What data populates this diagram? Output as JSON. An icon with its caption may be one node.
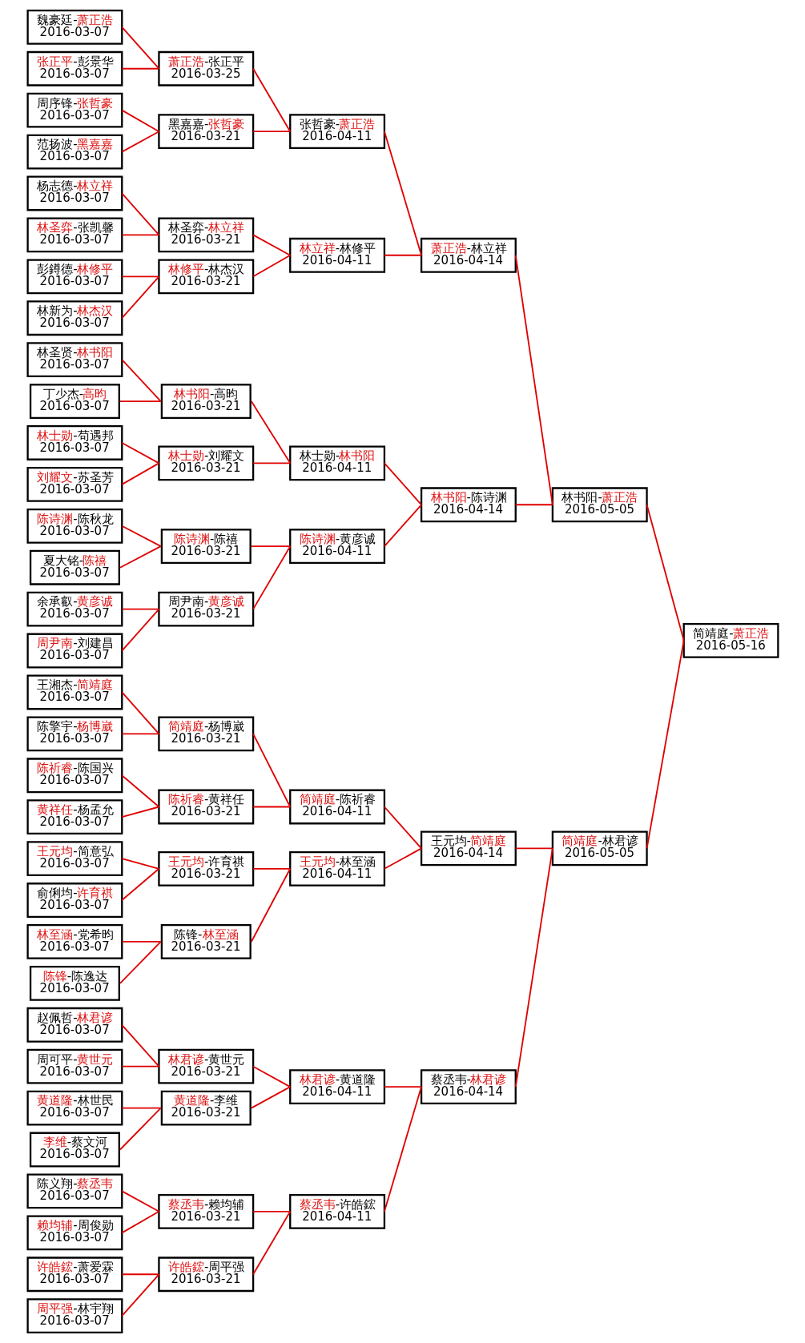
{
  "diagram": {
    "nodes": [
      {
        "text": [
          "魏豪廷-萧正浩",
          "2016-03-07"
        ]
      },
      {
        "text": [
          "张正平-彭景华",
          "2016-03-07"
        ]
      },
      {
        "text": [
          "周序锋-张哲豪",
          "2016-03-07"
        ]
      },
      {
        "text": [
          "范扬波-黑嘉嘉",
          "2016-03-07"
        ]
      },
      {
        "text": [
          "杨志德-林立祥",
          "2016-03-07"
        ]
      },
      {
        "text": [
          "林圣弈-张凯馨",
          "2016-03-07"
        ]
      },
      {
        "text": [
          "彭鐏德-林修平",
          "2016-03-07"
        ]
      },
      {
        "text": [
          "林新为-林杰汉",
          "2016-03-07"
        ]
      },
      {
        "text": [
          "林圣贤-林书阳",
          "2016-03-07"
        ]
      },
      {
        "text": [
          "丁少杰-高昀",
          "2016-03-07"
        ]
      },
      {
        "text": [
          "林士勋-苟遇邦",
          "2016-03-07"
        ]
      },
      {
        "text": [
          "刘耀文-苏圣芳",
          "2016-03-07"
        ]
      },
      {
        "text": [
          "陈诗渊-陈秋龙",
          "2016-03-07"
        ]
      },
      {
        "text": [
          "夏大铭-陈禧",
          "2016-03-07"
        ]
      },
      {
        "text": [
          "余承叡-黄彦诚",
          "2016-03-07"
        ]
      },
      {
        "text": [
          "周尹南-刘建昌",
          "2016-03-07"
        ]
      },
      {
        "text": [
          "王湘杰-简靖庭",
          "2016-03-07"
        ]
      },
      {
        "text": [
          "陈擎宇-杨博崴",
          "2016-03-07"
        ]
      },
      {
        "text": [
          "陈祈睿-陈国兴",
          "2016-03-07"
        ]
      },
      {
        "text": [
          "黄祥任-杨孟允",
          "2016-03-07"
        ]
      },
      {
        "text": [
          "王元均-简意弘",
          "2016-03-07"
        ]
      },
      {
        "text": [
          "俞俐均-许育祺",
          "2016-03-07"
        ]
      },
      {
        "text": [
          "林至涵-党希昀",
          "2016-03-07"
        ]
      },
      {
        "text": [
          "陈锋-陈逸达",
          "2016-03-07"
        ]
      },
      {
        "text": [
          "赵佩哲-林君谚",
          "2016-03-07"
        ]
      },
      {
        "text": [
          "周可平-黄世元",
          "2016-03-07"
        ]
      },
      {
        "text": [
          "黄道隆-林世民",
          "2016-03-07"
        ]
      },
      {
        "text": [
          "李维-蔡文河",
          "2016-03-07"
        ]
      },
      {
        "text": [
          "陈义翔-蔡丞韦",
          "2016-03-07"
        ]
      },
      {
        "text": [
          "赖均辅-周俊勋",
          "2016-03-07"
        ]
      },
      {
        "text": [
          "许皓鋐-萧爱霖",
          "2016-03-07"
        ]
      },
      {
        "text": [
          "周平强-林宇翔",
          "2016-03-07"
        ]
      },
      {
        "text": [
          "萧正浩-张正平",
          "2016-03-25"
        ]
      },
      {
        "text": [
          "黑嘉嘉-张哲豪",
          "2016-03-21"
        ]
      },
      {
        "text": [
          "林圣弈-林立祥",
          "2016-03-21"
        ]
      },
      {
        "text": [
          "林修平-林杰汉",
          "2016-03-21"
        ]
      },
      {
        "text": [
          "林书阳-高昀",
          "2016-03-21"
        ]
      },
      {
        "text": [
          "林士勋-刘耀文",
          "2016-03-21"
        ]
      },
      {
        "text": [
          "陈诗渊-陈禧",
          "2016-03-21"
        ]
      },
      {
        "text": [
          "周尹南-黄彦诚",
          "2016-03-21"
        ]
      },
      {
        "text": [
          "简靖庭-杨博崴",
          "2016-03-21"
        ]
      },
      {
        "text": [
          "陈祈睿-黄祥任",
          "2016-03-21"
        ]
      },
      {
        "text": [
          "王元均-许育祺",
          "2016-03-21"
        ]
      },
      {
        "text": [
          "陈锋-林至涵",
          "2016-03-21"
        ]
      },
      {
        "text": [
          "林君谚-黄世元",
          "2016-03-21"
        ]
      },
      {
        "text": [
          "黄道隆-李维",
          "2016-03-21"
        ]
      },
      {
        "text": [
          "蔡丞韦-赖均辅",
          "2016-03-21"
        ]
      },
      {
        "text": [
          "许皓鋐-周平强",
          "2016-03-21"
        ]
      },
      {
        "text": [
          "张哲豪-萧正浩",
          "2016-04-11"
        ]
      },
      {
        "text": [
          "林立祥-林修平",
          "2016-04-11"
        ]
      },
      {
        "text": [
          "林士勋-林书阳",
          "2016-04-11"
        ]
      },
      {
        "text": [
          "陈诗渊-黄彦诚",
          "2016-04-11"
        ]
      },
      {
        "text": [
          "简靖庭-陈祈睿",
          "2016-04-11"
        ]
      },
      {
        "text": [
          "王元均-林至涵",
          "2016-04-11"
        ]
      },
      {
        "text": [
          "林君谚-黄道隆",
          "2016-04-11"
        ]
      },
      {
        "text": [
          "蔡丞韦-许皓鋐",
          "2016-04-11"
        ]
      },
      {
        "text": [
          "萧正浩-林立祥",
          "2016-04-14"
        ]
      },
      {
        "text": [
          "林书阳-陈诗渊",
          "2016-04-14"
        ]
      },
      {
        "text": [
          "王元均-简靖庭",
          "2016-04-14"
        ]
      },
      {
        "text": [
          "蔡丞韦-林君谚",
          "2016-04-14"
        ]
      },
      {
        "text": [
          "林书阳-萧正浩",
          "2016-05-05"
        ]
      },
      {
        "text": [
          "简靖庭-林君谚",
          "2016-05-05"
        ]
      },
      {
        "text": [
          "简靖庭-萧正浩",
          "2016-05-16"
        ]
      }
    ],
    "edges": [
      {
        "from": 0,
        "to": 32,
        "arrow": "none"
      },
      {
        "from": 1,
        "to": 32,
        "arrow": "none"
      },
      {
        "from": 2,
        "to": 33,
        "arrow": "none"
      },
      {
        "from": 3,
        "to": 33,
        "arrow": "none"
      },
      {
        "from": 4,
        "to": 34,
        "arrow": "none"
      },
      {
        "from": 5,
        "to": 34,
        "arrow": "none"
      },
      {
        "from": 6,
        "to": 35,
        "arrow": "none"
      },
      {
        "from": 7,
        "to": 35,
        "arrow": "none"
      },
      {
        "from": 8,
        "to": 36,
        "arrow": "none"
      },
      {
        "from": 9,
        "to": 36,
        "arrow": "none"
      },
      {
        "from": 10,
        "to": 37,
        "arrow": "none"
      },
      {
        "from": 11,
        "to": 37,
        "arrow": "none"
      },
      {
        "from": 12,
        "to": 38,
        "arrow": "none"
      },
      {
        "from": 13,
        "to": 38,
        "arrow": "none"
      },
      {
        "from": 14,
        "to": 39,
        "arrow": "none"
      },
      {
        "from": 15,
        "to": 39,
        "arrow": "none"
      },
      {
        "from": 16,
        "to": 40,
        "arrow": "none"
      },
      {
        "from": 17,
        "to": 40,
        "arrow": "none"
      },
      {
        "from": 18,
        "to": 41,
        "arrow": "none"
      },
      {
        "from": 19,
        "to": 41,
        "arrow": "none"
      },
      {
        "from": 20,
        "to": 42,
        "arrow": "none"
      },
      {
        "from": 21,
        "to": 42,
        "arrow": "none"
      },
      {
        "from": 22,
        "to": 43,
        "arrow": "none"
      },
      {
        "from": 23,
        "to": 43,
        "arrow": "none"
      },
      {
        "from": 24,
        "to": 44,
        "arrow": "none"
      },
      {
        "from": 25,
        "to": 44,
        "arrow": "none"
      },
      {
        "from": 26,
        "to": 45,
        "arrow": "none"
      },
      {
        "from": 27,
        "to": 45,
        "arrow": "none"
      },
      {
        "from": 28,
        "to": 46,
        "arrow": "none"
      },
      {
        "from": 29,
        "to": 46,
        "arrow": "none"
      },
      {
        "from": 30,
        "to": 47,
        "arrow": "none"
      },
      {
        "from": 31,
        "to": 47,
        "arrow": "none"
      },
      {
        "from": 32,
        "to": 48,
        "arrow": "none"
      },
      {
        "from": 33,
        "to": 48,
        "arrow": "none"
      },
      {
        "from": 34,
        "to": 49,
        "arrow": "none"
      },
      {
        "from": 35,
        "to": 49,
        "arrow": "none"
      },
      {
        "from": 36,
        "to": 50,
        "arrow": "none"
      },
      {
        "from": 37,
        "to": 50,
        "arrow": "none"
      },
      {
        "from": 38,
        "to": 51,
        "arrow": "none"
      },
      {
        "from": 39,
        "to": 51,
        "arrow": "none"
      },
      {
        "from": 40,
        "to": 52,
        "arrow": "none"
      },
      {
        "from": 41,
        "to": 52,
        "arrow": "none"
      },
      {
        "from": 42,
        "to": 53,
        "arrow": "none"
      },
      {
        "from": 43,
        "to": 53,
        "arrow": "none"
      },
      {
        "from": 44,
        "to": 54,
        "arrow": "none"
      },
      {
        "from": 45,
        "to": 54,
        "arrow": "none"
      },
      {
        "from": 46,
        "to": 55,
        "arrow": "none"
      },
      {
        "from": 47,
        "to": 55,
        "arrow": "none"
      },
      {
        "from": 48,
        "to": 56,
        "arrow": "none"
      },
      {
        "from": 49,
        "to": 56,
        "arrow": "none"
      },
      {
        "from": 50,
        "to": 57,
        "arrow": "none"
      },
      {
        "from": 51,
        "to": 57,
        "arrow": "none"
      },
      {
        "from": 52,
        "to": 58,
        "arrow": "none"
      },
      {
        "from": 53,
        "to": 58,
        "arrow": "none"
      },
      {
        "from": 54,
        "to": 59,
        "arrow": "none"
      },
      {
        "from": 55,
        "to": 59,
        "arrow": "none"
      },
      {
        "from": 56,
        "to": 60,
        "arrow": "none"
      },
      {
        "from": 57,
        "to": 60,
        "arrow": "none"
      },
      {
        "from": 58,
        "to": 61,
        "arrow": "none"
      },
      {
        "from": 59,
        "to": 61,
        "arrow": "none"
      },
      {
        "from": 60,
        "to": 62,
        "arrow": "none"
      },
      {
        "from": 61,
        "to": 62,
        "arrow": "none"
      }
    ]
  }
}
